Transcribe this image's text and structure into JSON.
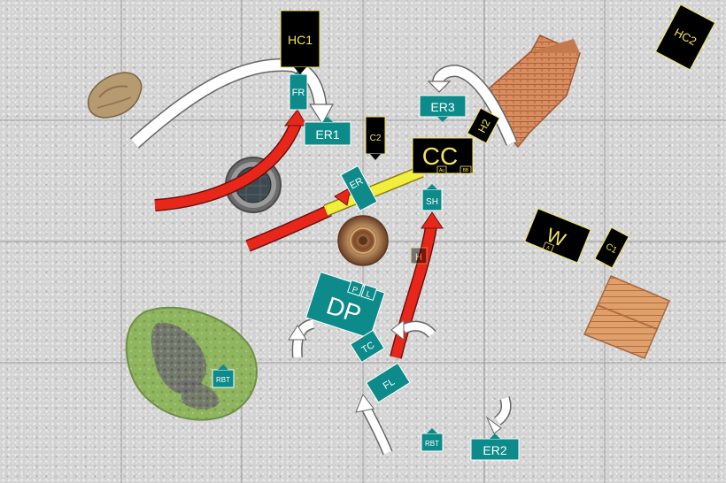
{
  "colors": {
    "friendly": "#0d8a8a",
    "enemy": "#000000",
    "enemy_text": "#f4e35a",
    "arrow_red": "#e8271a",
    "arrow_white": "#ffffff",
    "arrow_yellow": "#f2ee3c",
    "grid": "#8f8f8f"
  },
  "friendly_units": {
    "fr": "FR",
    "er1": "ER1",
    "er3": "ER3",
    "er_mid": "ER",
    "sh": "SH",
    "dp": "DP",
    "p_small": "P",
    "l_small": "L",
    "tc": "TC",
    "fl": "FL",
    "rbt_hill": "RBT",
    "rbt_bottom": "RBT",
    "er2": "ER2"
  },
  "enemy_units": {
    "hc1": "HC1",
    "hc2": "HC2",
    "c2": "C2",
    "cc": "CC",
    "cc_tag1": "Au",
    "cc_tag2": "BB",
    "h2": "H2",
    "w": "W",
    "w_tag": "A",
    "c1": "C1",
    "h_ghost": "H"
  },
  "terrain": {
    "rock": "boulder",
    "well": "well",
    "round_table": "round-platform",
    "hill": "hill",
    "ruin_top": "ruined-building",
    "house_right": "house"
  },
  "icons": {
    "arrow": "curved-move-arrow"
  }
}
